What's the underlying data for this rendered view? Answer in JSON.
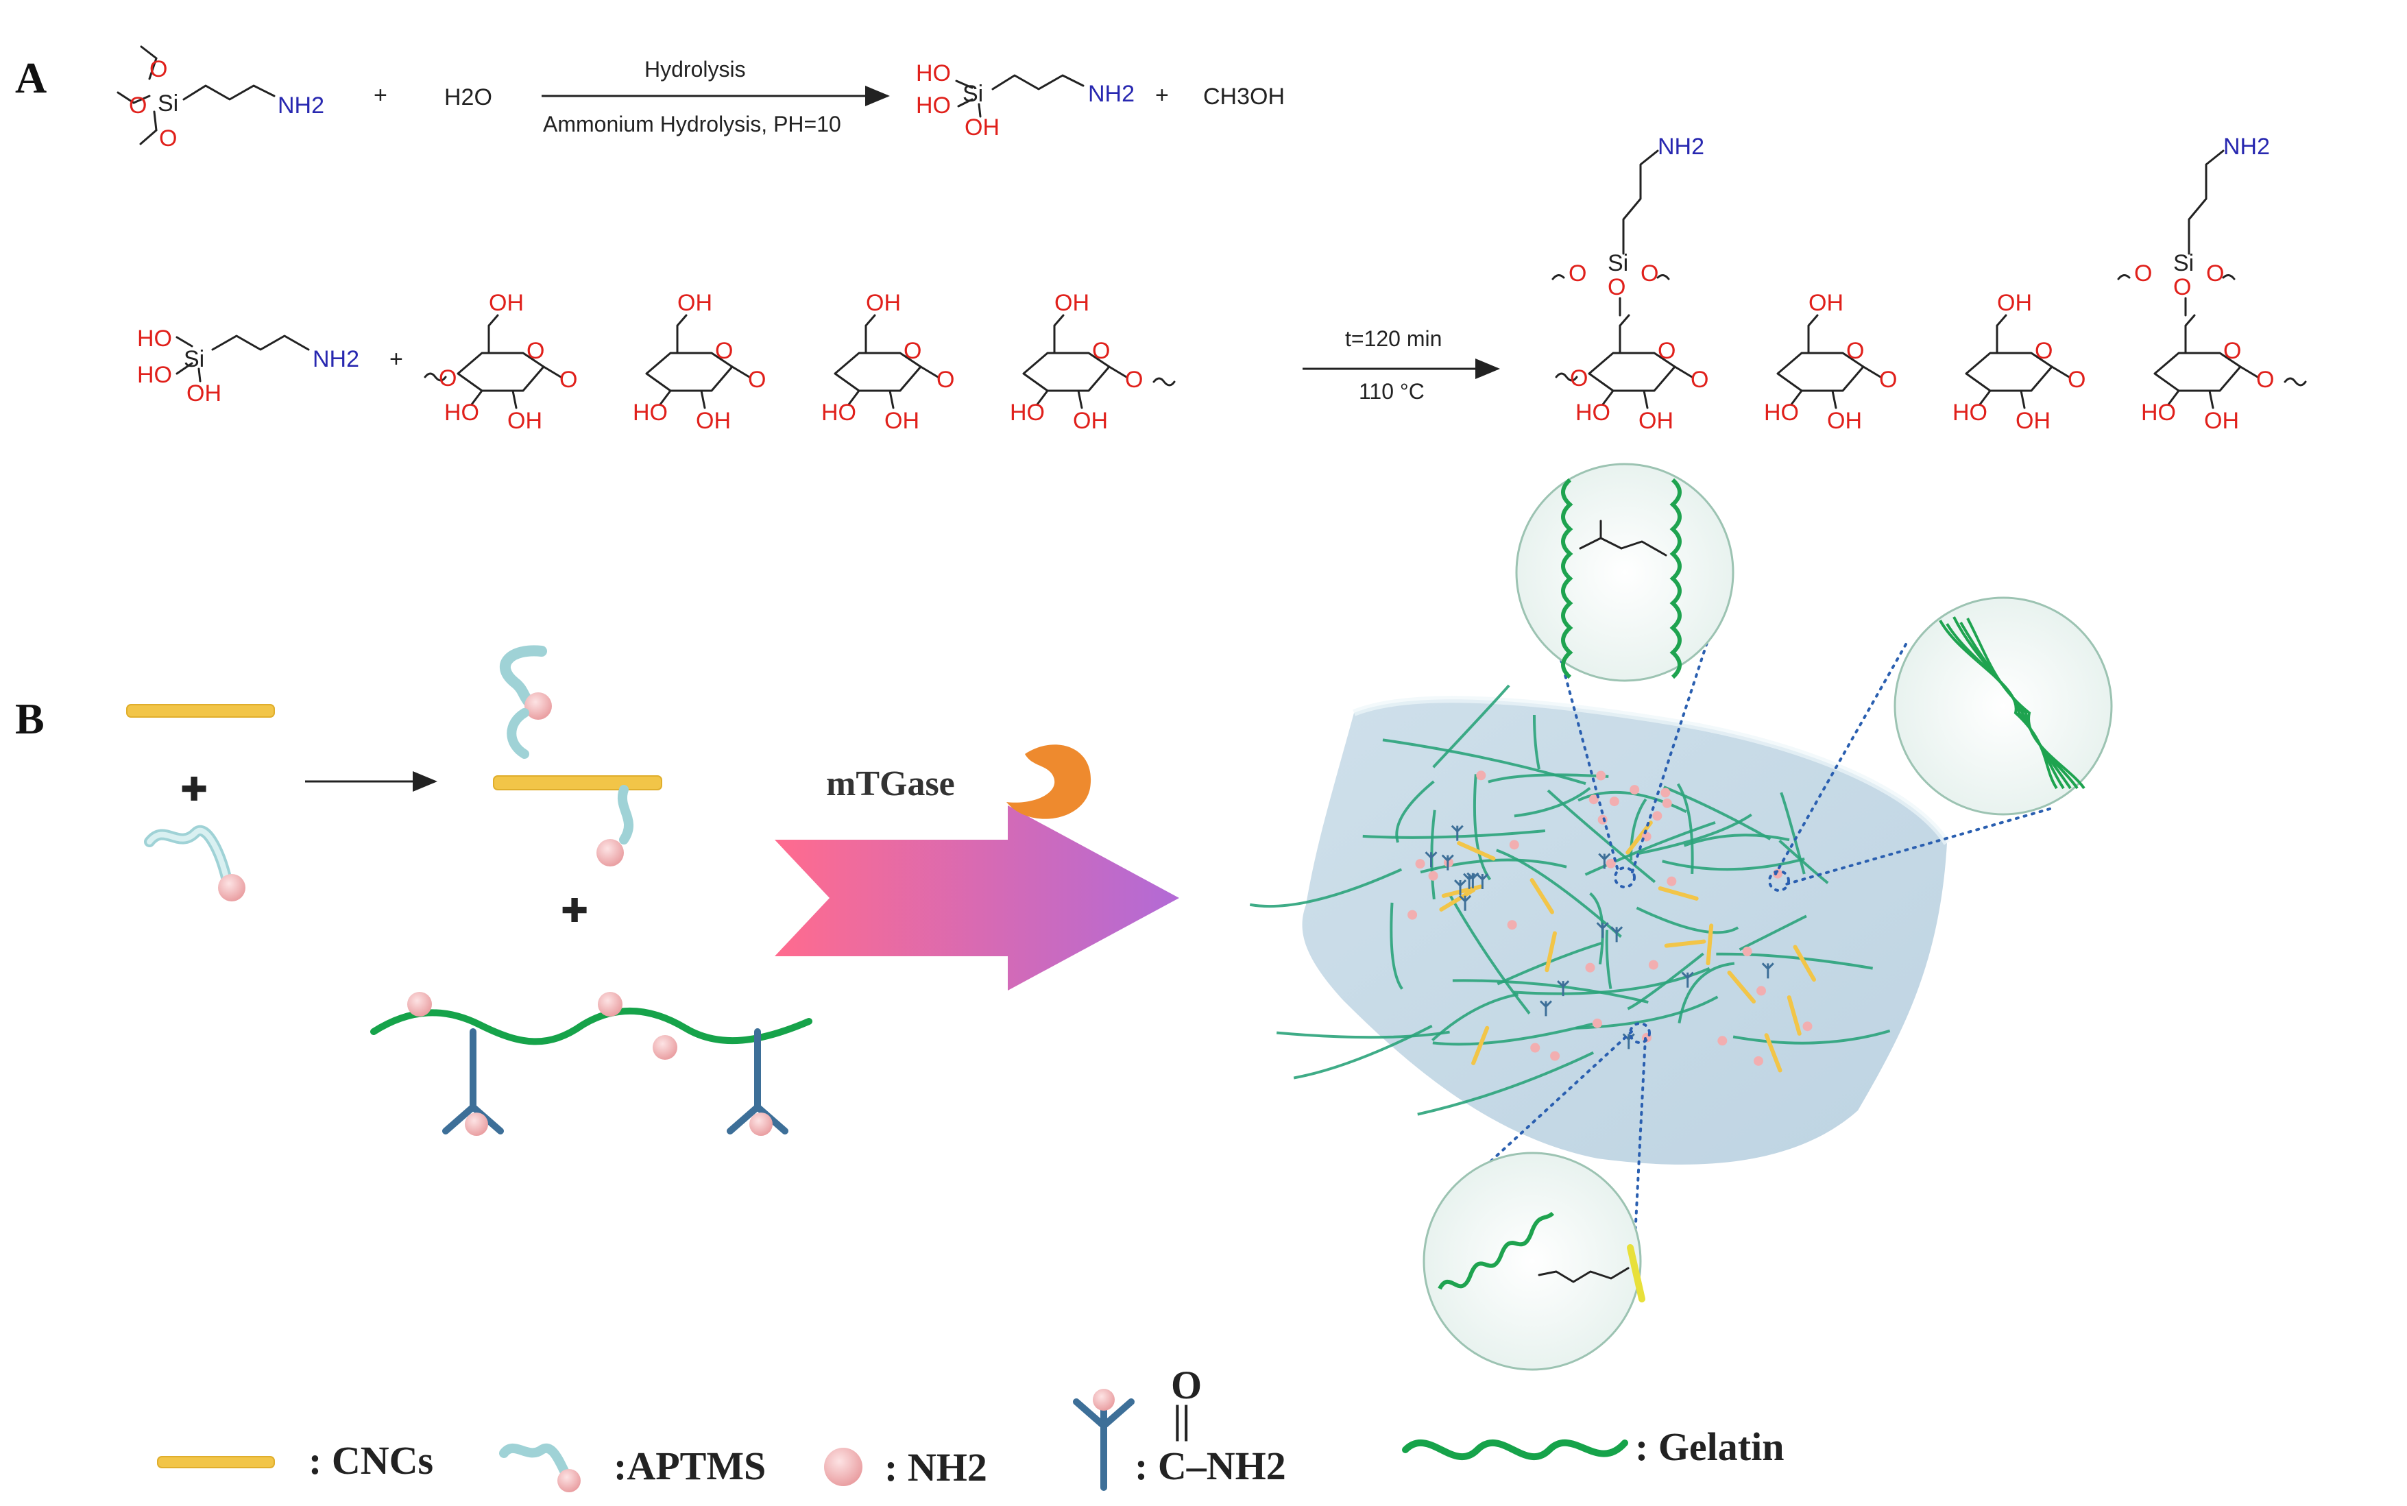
{
  "panels": {
    "a": "A",
    "b": "B"
  },
  "reaction1": {
    "reactant_si": "Si",
    "reactant_o1": "O",
    "reactant_o2": "O",
    "reactant_o3": "O",
    "reactant_nh2": "NH2",
    "plus1": "+",
    "water": "H2O",
    "arrow_top": "Hydrolysis",
    "arrow_bottom": "Ammonium Hydrolysis, PH=10",
    "product_ho1": "HO",
    "product_ho2": "HO",
    "product_oh": "OH",
    "product_si": "Si",
    "product_nh2": "NH2",
    "plus2": "+",
    "methanol": "CH3OH"
  },
  "reaction2": {
    "silanol_ho1": "HO",
    "silanol_ho2": "HO",
    "silanol_oh": "OH",
    "silanol_si": "Si",
    "silanol_nh2": "NH2",
    "plus": "+",
    "arrow_top": "t=120 min",
    "arrow_bottom": "110 °C",
    "ring_labels": {
      "oh": "OH",
      "ho": "HO",
      "o": "O"
    },
    "product_si": "Si",
    "product_nh2": "NH2"
  },
  "scheme_b": {
    "enzyme_label": "mTGase",
    "plus": "✚"
  },
  "legend": {
    "cncs": ": CNCs",
    "aptms": ":APTMS",
    "nh2": ": NH2",
    "amide_o": "O",
    "amide_eq": "||",
    "amide": ": C–NH2",
    "gelatin": ": Gelatin"
  },
  "colors": {
    "cnc": "#f2c548",
    "aptms": "#b6e0e2",
    "nh2": "#f2aeb0",
    "amide": "#3d6f98",
    "gelatin": "#16a34a",
    "arrow_start": "#ff6b8e",
    "arrow_end": "#b26ad6",
    "enzyme": "#ee8a2e",
    "hydrogel": "#c5d9e6"
  }
}
